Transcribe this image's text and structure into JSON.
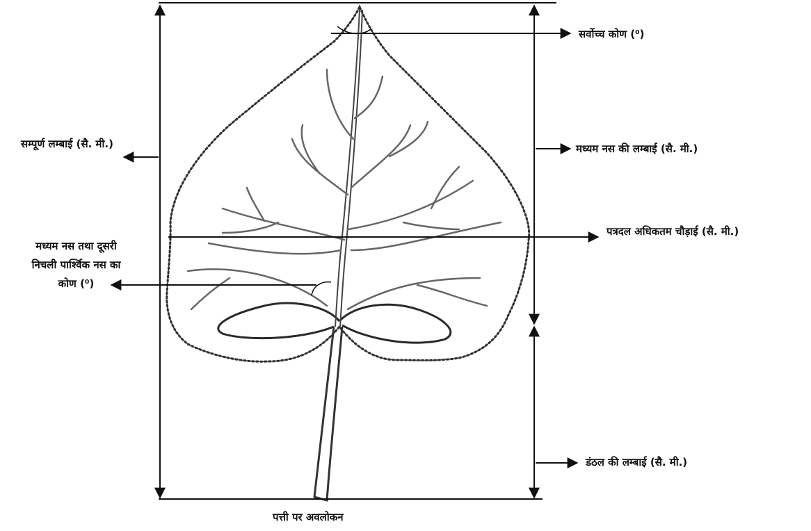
{
  "diagram": {
    "labels": {
      "apex_angle": "सर्वोच्च कोण (⁰)",
      "total_length": "सम्पूर्ण लम्बाई (सै. मी.)",
      "midrib_length": "मध्यम नस की लम्बाई (सै. मी.)",
      "max_width": "पत्रदल अधिकतम चौड़ाई (सै. मी.)",
      "vein_angle_line1": "मध्यम नस तथा दूसरी",
      "vein_angle_line2": "निचली पार्श्विक नस का",
      "vein_angle_line3": "कोण (⁰)",
      "petiole_length": "डंठल की लम्बाई (सै. मी.)",
      "caption": "पत्ती पर अवलोकन"
    },
    "colors": {
      "ink": "#111111",
      "leaf_edge": "#2a2a2a",
      "vein": "#555555",
      "background": "#ffffff"
    }
  }
}
